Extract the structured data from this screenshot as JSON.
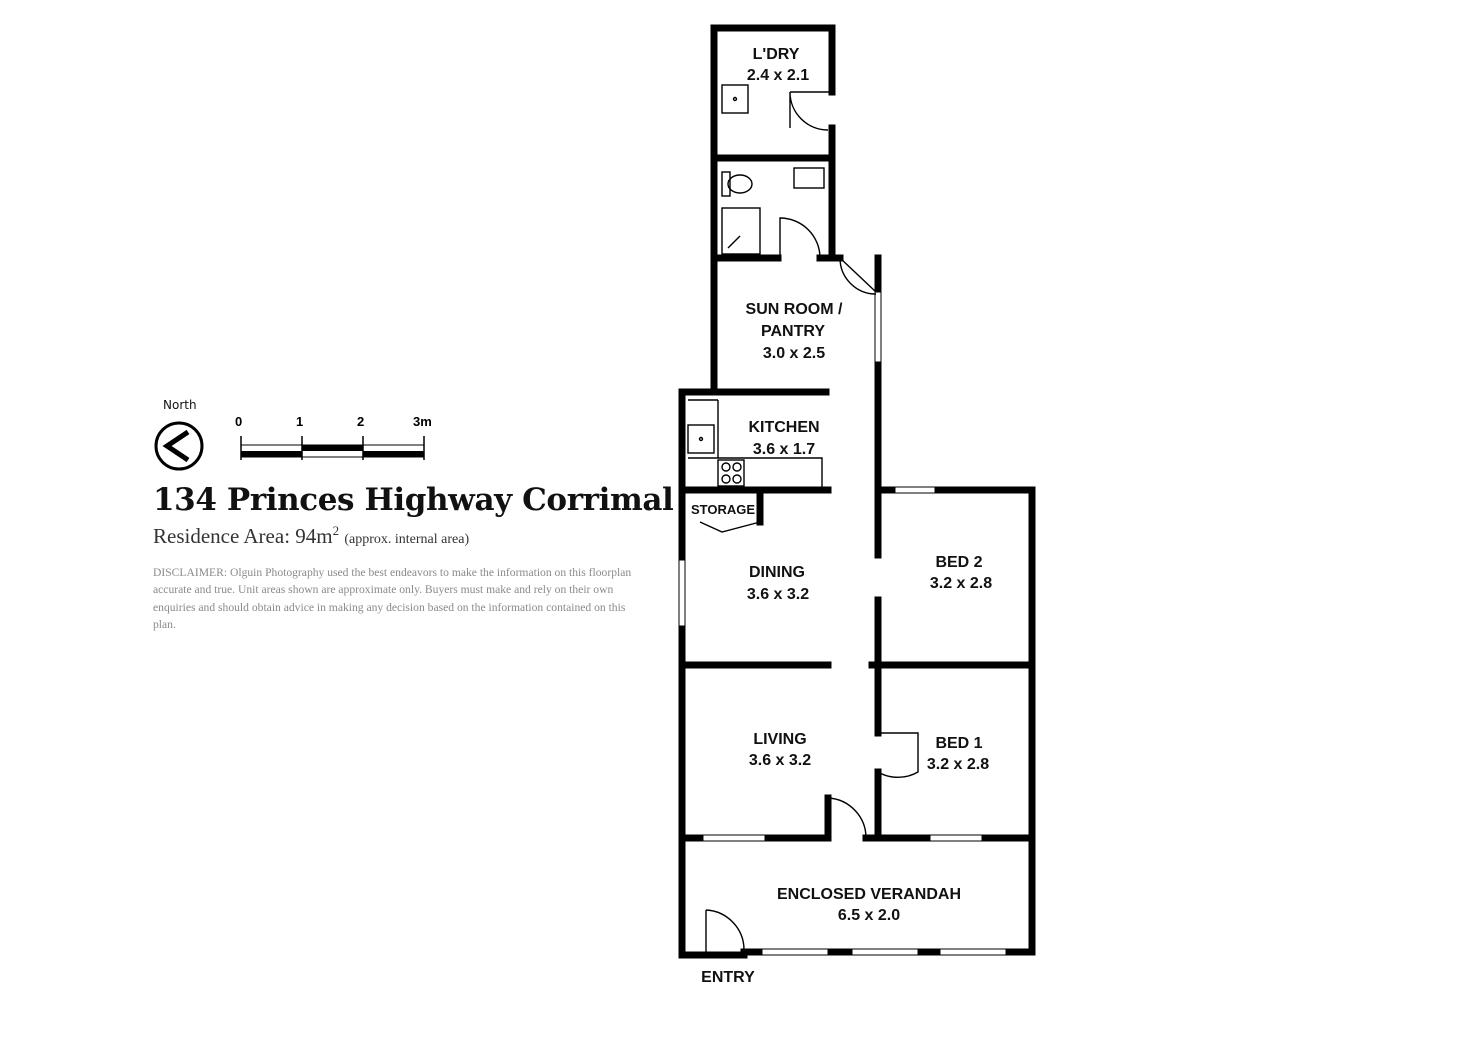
{
  "header": {
    "address": "134 Princes Highway Corrimal",
    "area_label": "Residence Area: 94m",
    "area_sup": "2",
    "area_note": "(approx. internal area)",
    "disclaimer": "DISCLAIMER: Olguin Photography used the best endeavors to make the information on this floorplan accurate and true. Unit areas shown are approximate only. Buyers must make and rely on their own enquiries and should obtain advice in making any decision based on the information contained on this plan."
  },
  "compass": {
    "label": "North",
    "icon": "north-arrow-icon"
  },
  "scale": {
    "ticks": [
      "0",
      "1",
      "2",
      "3m"
    ]
  },
  "rooms": {
    "laundry": {
      "name": "L'DRY",
      "size": "2.4 x 2.1"
    },
    "sunroom": {
      "name_line1": "SUN ROOM /",
      "name_line2": "PANTRY",
      "size": "3.0 x 2.5"
    },
    "kitchen": {
      "name": "KITCHEN",
      "size": "3.6 x 1.7"
    },
    "storage": {
      "name": "STORAGE"
    },
    "dining": {
      "name": "DINING",
      "size": "3.6 x 3.2"
    },
    "bed2": {
      "name": "BED 2",
      "size": "3.2 x 2.8"
    },
    "living": {
      "name": "LIVING",
      "size": "3.6 x 3.2"
    },
    "bed1": {
      "name": "BED 1",
      "size": "3.2 x 2.8"
    },
    "verandah": {
      "name": "ENCLOSED VERANDAH",
      "size": "6.5 x 2.0"
    }
  },
  "entry_label": "ENTRY",
  "colors": {
    "wall": "#000000",
    "text": "#111111",
    "disclaimer": "#8a8a8a"
  }
}
